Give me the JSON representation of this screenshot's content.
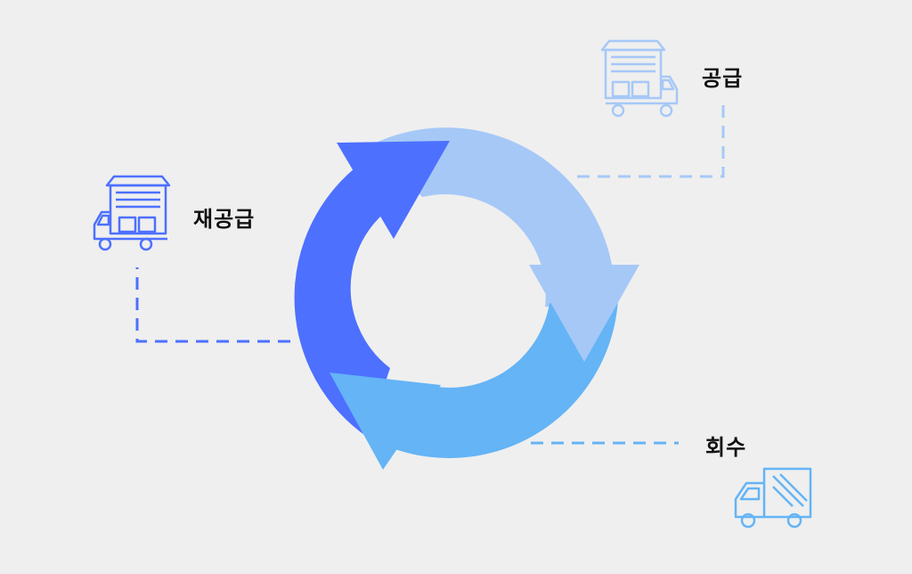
{
  "stages": [
    {
      "label": "공급",
      "icon": "warehouse-truck-icon",
      "color": "#a6c8f7"
    },
    {
      "label": "회수",
      "icon": "delivery-truck-icon",
      "color": "#64b4f6"
    },
    {
      "label": "재공급",
      "icon": "warehouse-truck-icon",
      "color": "#4d70ff"
    }
  ],
  "colors": {
    "background": "#efefef",
    "text": "#111111"
  }
}
